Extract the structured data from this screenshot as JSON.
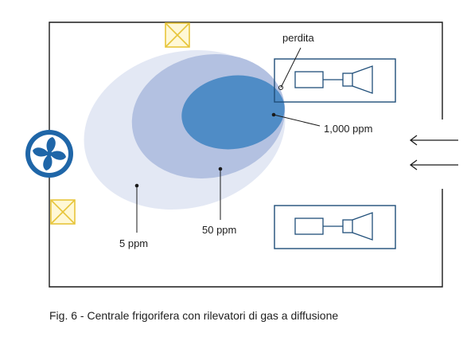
{
  "labels": {
    "leak": "perdita",
    "ppm_1000": "1,000 ppm",
    "ppm_50": "50 ppm",
    "ppm_5": "5 ppm"
  },
  "caption": "Fig. 6 - Centrale frigorifera con rilevatori di gas a diffusione",
  "colors": {
    "line": "#1a1a1a",
    "zone_5ppm": "#e3e8f4",
    "zone_50ppm": "#b3c1e1",
    "zone_1000ppm": "#4f8cc6",
    "fan": "#1f66a8",
    "detector_fill": "#fff8d6",
    "detector_stroke": "#e7c53a",
    "equipment": "#1f4e79"
  },
  "icons": [
    "fan-icon",
    "gas-detector-icon",
    "compressor-unit-icon",
    "airflow-arrow-icon"
  ]
}
